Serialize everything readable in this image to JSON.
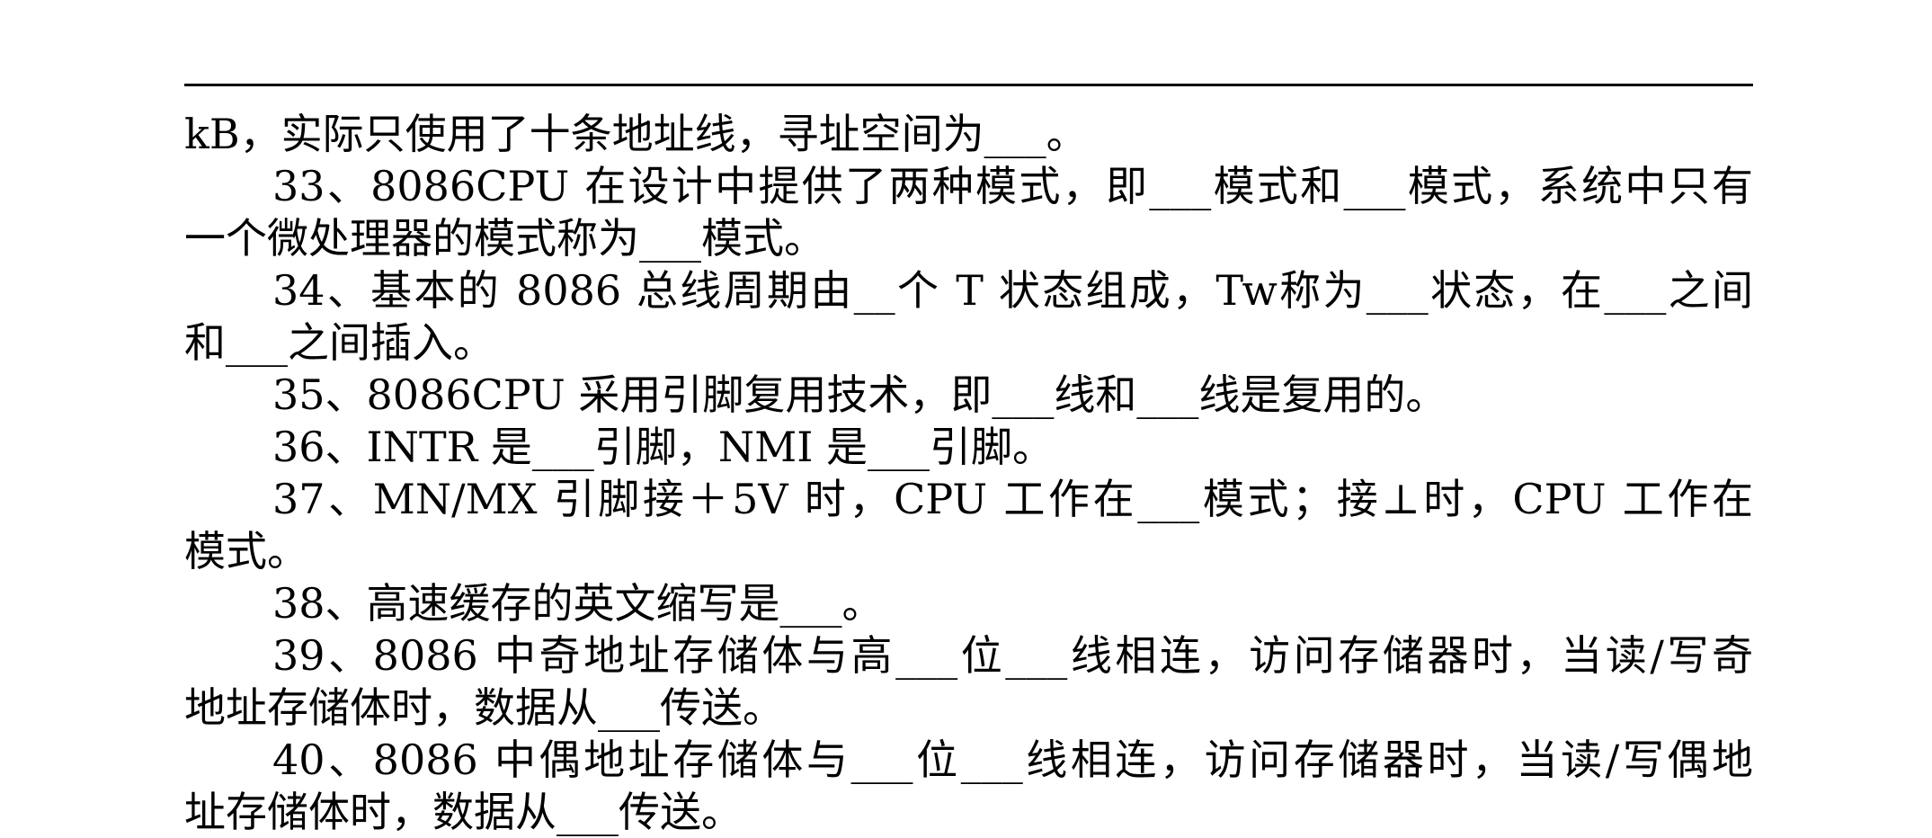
{
  "document": {
    "lines": [
      {
        "id": "q32-cont",
        "text": "kB，实际只使用了十条地址线，寻址空间为___。",
        "indent": false,
        "last": true
      },
      {
        "id": "q33-a",
        "text": "33、8086CPU 在设计中提供了两种模式，即___模式和___模式，系统中只有",
        "indent": true,
        "last": false
      },
      {
        "id": "q33-b",
        "text": "一个微处理器的模式称为___模式。",
        "indent": false,
        "last": true
      },
      {
        "id": "q34-a",
        "text": "34、基本的 8086 总线周期由__个 T 状态组成，Tw称为___状态，在___之间",
        "indent": true,
        "last": false
      },
      {
        "id": "q34-b",
        "text": "和___之间插入。",
        "indent": false,
        "last": true
      },
      {
        "id": "q35",
        "text": "35、8086CPU 采用引脚复用技术，即___线和___线是复用的。",
        "indent": true,
        "last": true
      },
      {
        "id": "q36",
        "text": "36、INTR 是___引脚，NMI 是___引脚。",
        "indent": true,
        "last": true
      },
      {
        "id": "q37-a",
        "text": "37、MN/MX 引脚接＋5V 时，CPU 工作在___模式；接⊥时，CPU 工作在",
        "indent": true,
        "last": false
      },
      {
        "id": "q37-b",
        "text": "模式。",
        "indent": false,
        "last": true
      },
      {
        "id": "q38",
        "text": "38、高速缓存的英文缩写是___。",
        "indent": true,
        "last": true
      },
      {
        "id": "q39-a",
        "text": "39、8086 中奇地址存储体与高___位___线相连，访问存储器时，当读/写奇",
        "indent": true,
        "last": false
      },
      {
        "id": "q39-b",
        "text": "地址存储体时，数据从___传送。",
        "indent": false,
        "last": true
      },
      {
        "id": "q40-a",
        "text": "40、8086 中偶地址存储体与___位___线相连，访问存储器时，当读/写偶地",
        "indent": true,
        "last": false
      },
      {
        "id": "q40-b",
        "text": "址存储体时，数据从___传送。",
        "indent": false,
        "last": true
      }
    ]
  }
}
